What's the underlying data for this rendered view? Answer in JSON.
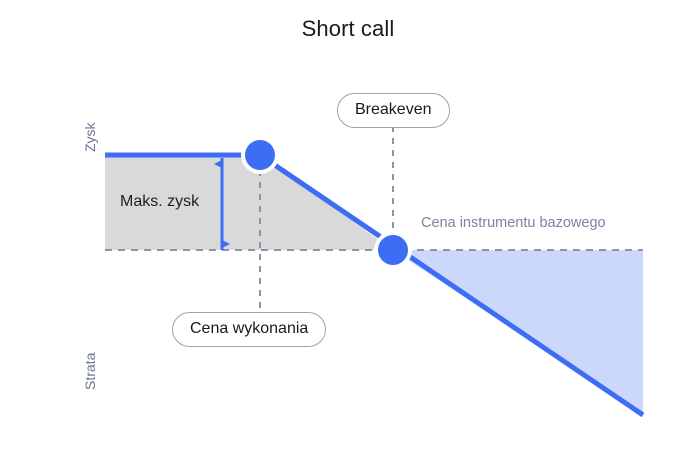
{
  "chart_data": {
    "type": "line",
    "title": "Short call",
    "subtitle": "",
    "xlabel": "Cena instrumentu bazowego",
    "ylabel_positive": "Zysk",
    "ylabel_negative": "Strata",
    "grid": false,
    "legend_position": "none",
    "xlim": [
      0,
      100
    ],
    "ylim": [
      -62,
      40
    ],
    "zero_line": 0,
    "series": [
      {
        "name": "Short call payoff",
        "color": "#3d6cf5",
        "x": [
          0,
          28.8,
          53.5,
          100
        ],
        "y": [
          24.5,
          24.5,
          0,
          -42.5
        ],
        "description": "Flat maximum profit until strike, then falls linearly through breakeven into unlimited loss"
      }
    ],
    "points": [
      {
        "name": "strike-point",
        "x": 28.8,
        "y": 24.5,
        "label": "Cena wykonania"
      },
      {
        "name": "breakeven-point",
        "x": 53.5,
        "y": 0,
        "label": "Breakeven"
      }
    ],
    "annotations": [
      {
        "name": "max-profit-measure",
        "label": "Maks. zysk",
        "from_y": 24.5,
        "to_y": 0,
        "at_x": 21.8,
        "arrow": "double"
      },
      {
        "name": "breakeven-callout",
        "label": "Breakeven",
        "at_x": 53.5
      },
      {
        "name": "strike-callout",
        "label": "Cena wykonania",
        "at_x": 28.8
      }
    ],
    "regions": [
      {
        "name": "profit-region",
        "fill": "#d9d9d9",
        "description": "Area between payoff line and zero line where profit is positive"
      },
      {
        "name": "loss-region",
        "fill": "#ccd8fb",
        "description": "Area between zero line and payoff line below zero"
      }
    ]
  },
  "colors": {
    "line": "#3d6cf5",
    "profit_fill": "#d9d9d9",
    "loss_fill": "#ccd8fb",
    "axis_dash": "#8b93ab",
    "pill_border": "#9aa2b8",
    "axis_text": "#7b84a0",
    "title_text": "#1a1a1a",
    "background": "#ffffff"
  },
  "labels": {
    "title": "Short call",
    "y_positive": "Zysk",
    "y_negative": "Strata",
    "x_axis": "Cena instrumentu bazowego",
    "max_profit": "Maks. zysk",
    "breakeven": "Breakeven",
    "strike": "Cena wykonania"
  }
}
